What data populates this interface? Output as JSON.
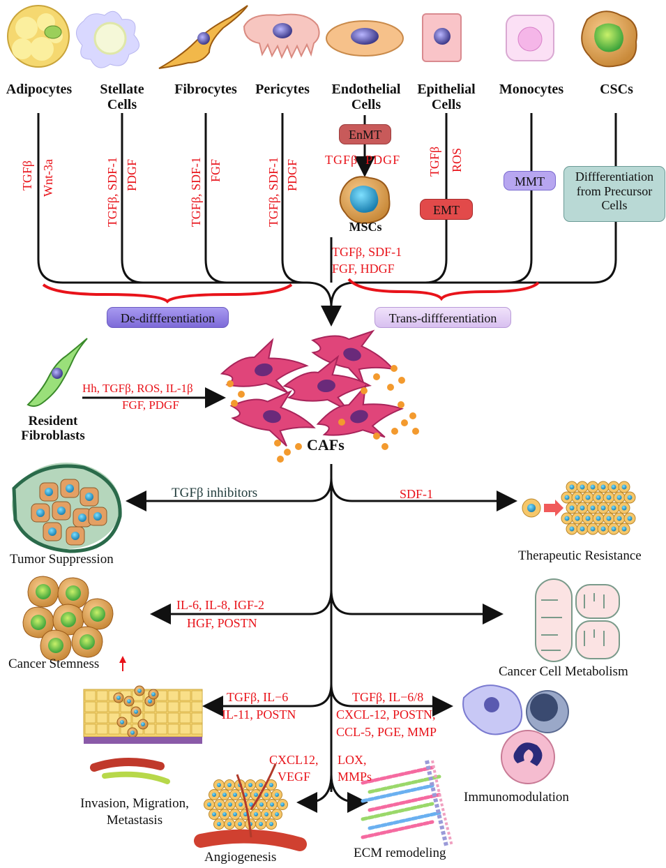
{
  "source_cells": [
    {
      "id": "adipocytes",
      "label": "Adipocytes"
    },
    {
      "id": "stellate",
      "label": "Stellate\nCells"
    },
    {
      "id": "fibrocytes",
      "label": "Fibrocytes"
    },
    {
      "id": "pericytes",
      "label": "Pericytes"
    },
    {
      "id": "endothelial",
      "label": "Endothelial\nCells"
    },
    {
      "id": "epithelial",
      "label": "Epithelial\nCells"
    },
    {
      "id": "monocytes",
      "label": "Monocytes"
    },
    {
      "id": "cscs",
      "label": "CSCs"
    }
  ],
  "vertical_factors": {
    "adipocytes_1": "TGFβ",
    "adipocytes_2": "Wnt-3a",
    "stellate_1": "TGFβ, SDF-1",
    "stellate_2": "PDGF",
    "fibrocytes_1": "TGFβ, SDF-1",
    "fibrocytes_2": "FGF",
    "pericytes_1": "TGFβ, SDF-1",
    "pericytes_2": "PDGF",
    "epithelial_1": "TGFβ",
    "epithelial_2": "ROS"
  },
  "process_boxes": {
    "enmt": "EnMT",
    "emt": "EMT",
    "mmt": "MMT",
    "precursor": "Diffferentiation from Precursor Cells"
  },
  "endothelial_factors": "TGFβ  PDGF",
  "mscs_label": "MSCs",
  "msc_factors_1": "TGFβ, SDF-1",
  "msc_factors_2": "FGF, HDGF",
  "dedifferentiation": "De-diffferentiation",
  "transdifferentiation": "Trans-diffferentiation",
  "resident_fibroblasts": "Resident\nFibroblasts",
  "resident_factors_1": "Hh, TGFβ, ROS, IL-1β",
  "resident_factors_2": "FGF, PDGF",
  "cafs_label": "CAFs",
  "outcomes": {
    "tumor_suppression": "Tumor Suppression",
    "tgfb_inhibitors": "TGFβ inhibitors",
    "therapeutic_resistance": "Therapeutic Resistance",
    "sdf1": "SDF-1",
    "cancer_stemness": "Cancer Stemness",
    "stemness_factors_1": "IL-6, IL-8, IGF-2",
    "stemness_factors_2": "HGF, POSTN",
    "cancer_metabolism": "Cancer Cell Metabolism",
    "invasion": "Invasion, Migration,\nMetastasis",
    "invasion_factors_1": "TGFβ, IL−6",
    "invasion_factors_2": "IL-11, POSTN",
    "immunomodulation": "Immunomodulation",
    "immuno_factors_1": "TGFβ, IL−6/8",
    "immuno_factors_2": "CXCL-12, POSTN,",
    "immuno_factors_3": "CCL-5, PGE, MMP",
    "angiogenesis": "Angiogenesis",
    "angio_factors_1": "CXCL12,",
    "angio_factors_2": "VEGF",
    "ecm": "ECM remodeling",
    "ecm_factors_1": "LOX,",
    "ecm_factors_2": "MMPs"
  },
  "colors": {
    "red": "#e8131a",
    "black": "#111111",
    "dark_teal": "#1f3a3a",
    "enmt_fill": "#c85a5a",
    "emt_fill": "#e24a4a",
    "mmt_fill": "#b7a6f0",
    "precursor_fill": "#b9d9d5",
    "dedif_fill": "#8f7fe6",
    "transdif_fill": "#e3d0f5",
    "caf_pink": "#e0457a",
    "caf_nucleus": "#6a2a7a",
    "orange_dot": "#f39a2e"
  }
}
